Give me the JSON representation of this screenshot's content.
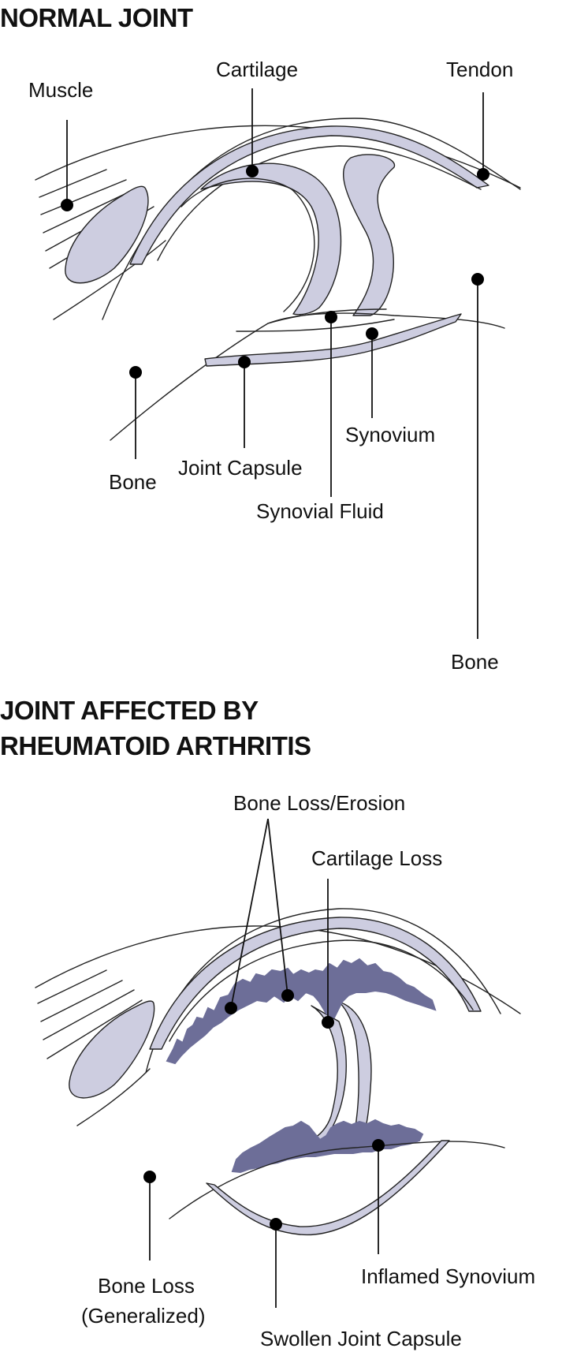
{
  "normal_joint": {
    "heading": "NORMAL JOINT",
    "labels": {
      "muscle": "Muscle",
      "cartilage": "Cartilage",
      "tendon": "Tendon",
      "bone_lower": "Bone",
      "joint_capsule": "Joint Capsule",
      "synovial_fluid": "Synovial Fluid",
      "synovium": "Synovium",
      "bone_right": "Bone"
    }
  },
  "ra_joint": {
    "heading_line1": "JOINT AFFECTED BY",
    "heading_line2": "RHEUMATOID ARTHRITIS",
    "labels": {
      "bone_loss_erosion": "Bone Loss/Erosion",
      "cartilage_loss": "Cartilage Loss",
      "bone_loss_line1": "Bone Loss",
      "bone_loss_line2": "(Generalized)",
      "inflamed_synovium": "Inflamed Synovium",
      "swollen_joint_capsule": "Swollen Joint Capsule"
    }
  },
  "colors": {
    "tissue_fill": "#cdcde0",
    "inflamed_fill": "#6d6e98",
    "outline": "#222222",
    "text": "#111111"
  }
}
